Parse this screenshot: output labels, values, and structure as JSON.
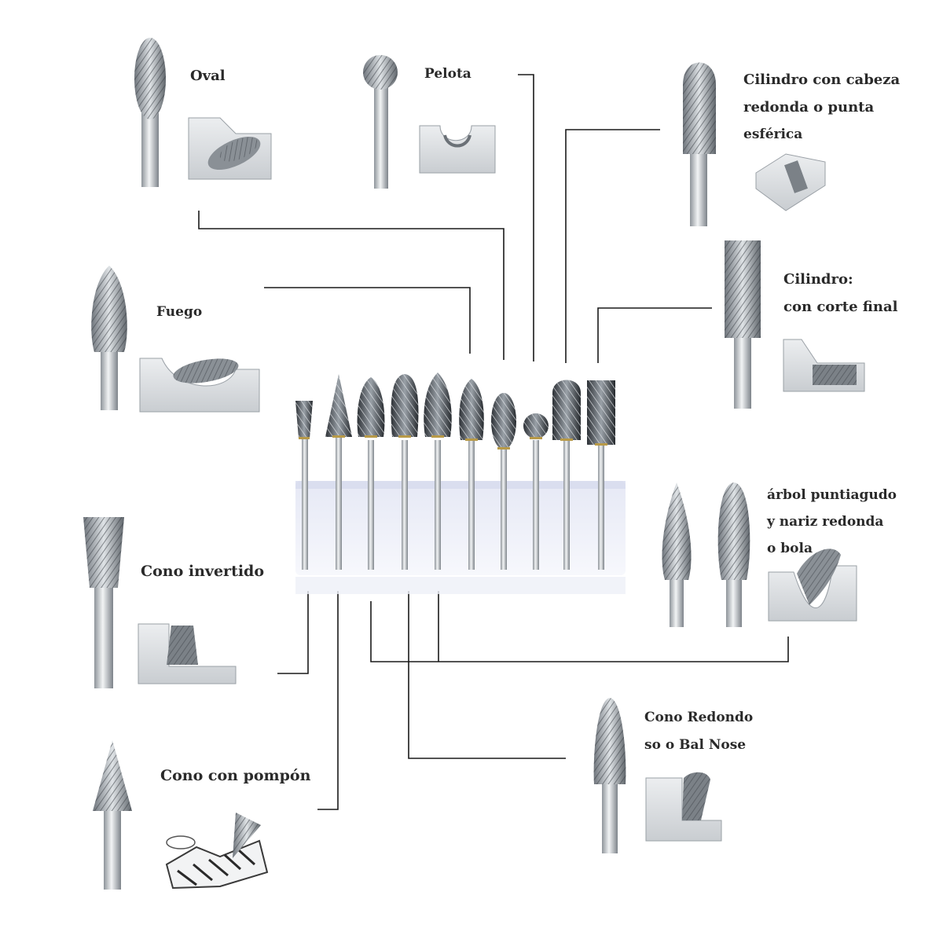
{
  "labels": {
    "oval": "Oval",
    "pelota": "Pelota",
    "cilindro_cabeza": [
      "Cilindro con cabeza",
      "redonda o punta",
      "esférica"
    ],
    "fuego": "Fuego",
    "cilindro_corte": [
      "Cilindro:",
      "con corte final"
    ],
    "cono_invertido": "Cono invertido",
    "arbol": [
      "árbol puntiagudo",
      "y nariz redonda",
      "o bola"
    ],
    "cono_redondo": [
      "Cono Redondo",
      "so o Bal Nose"
    ],
    "cono_pompon": "Cono con pompón"
  },
  "icons": {
    "bit": "carbide-burr-bit-icon",
    "cut": "cut-profile-icon"
  },
  "colors": {
    "text": "#2a2a2a",
    "line": "#1a1a1a",
    "steel": "#9aa0a6",
    "block": "#d9dcdf"
  }
}
